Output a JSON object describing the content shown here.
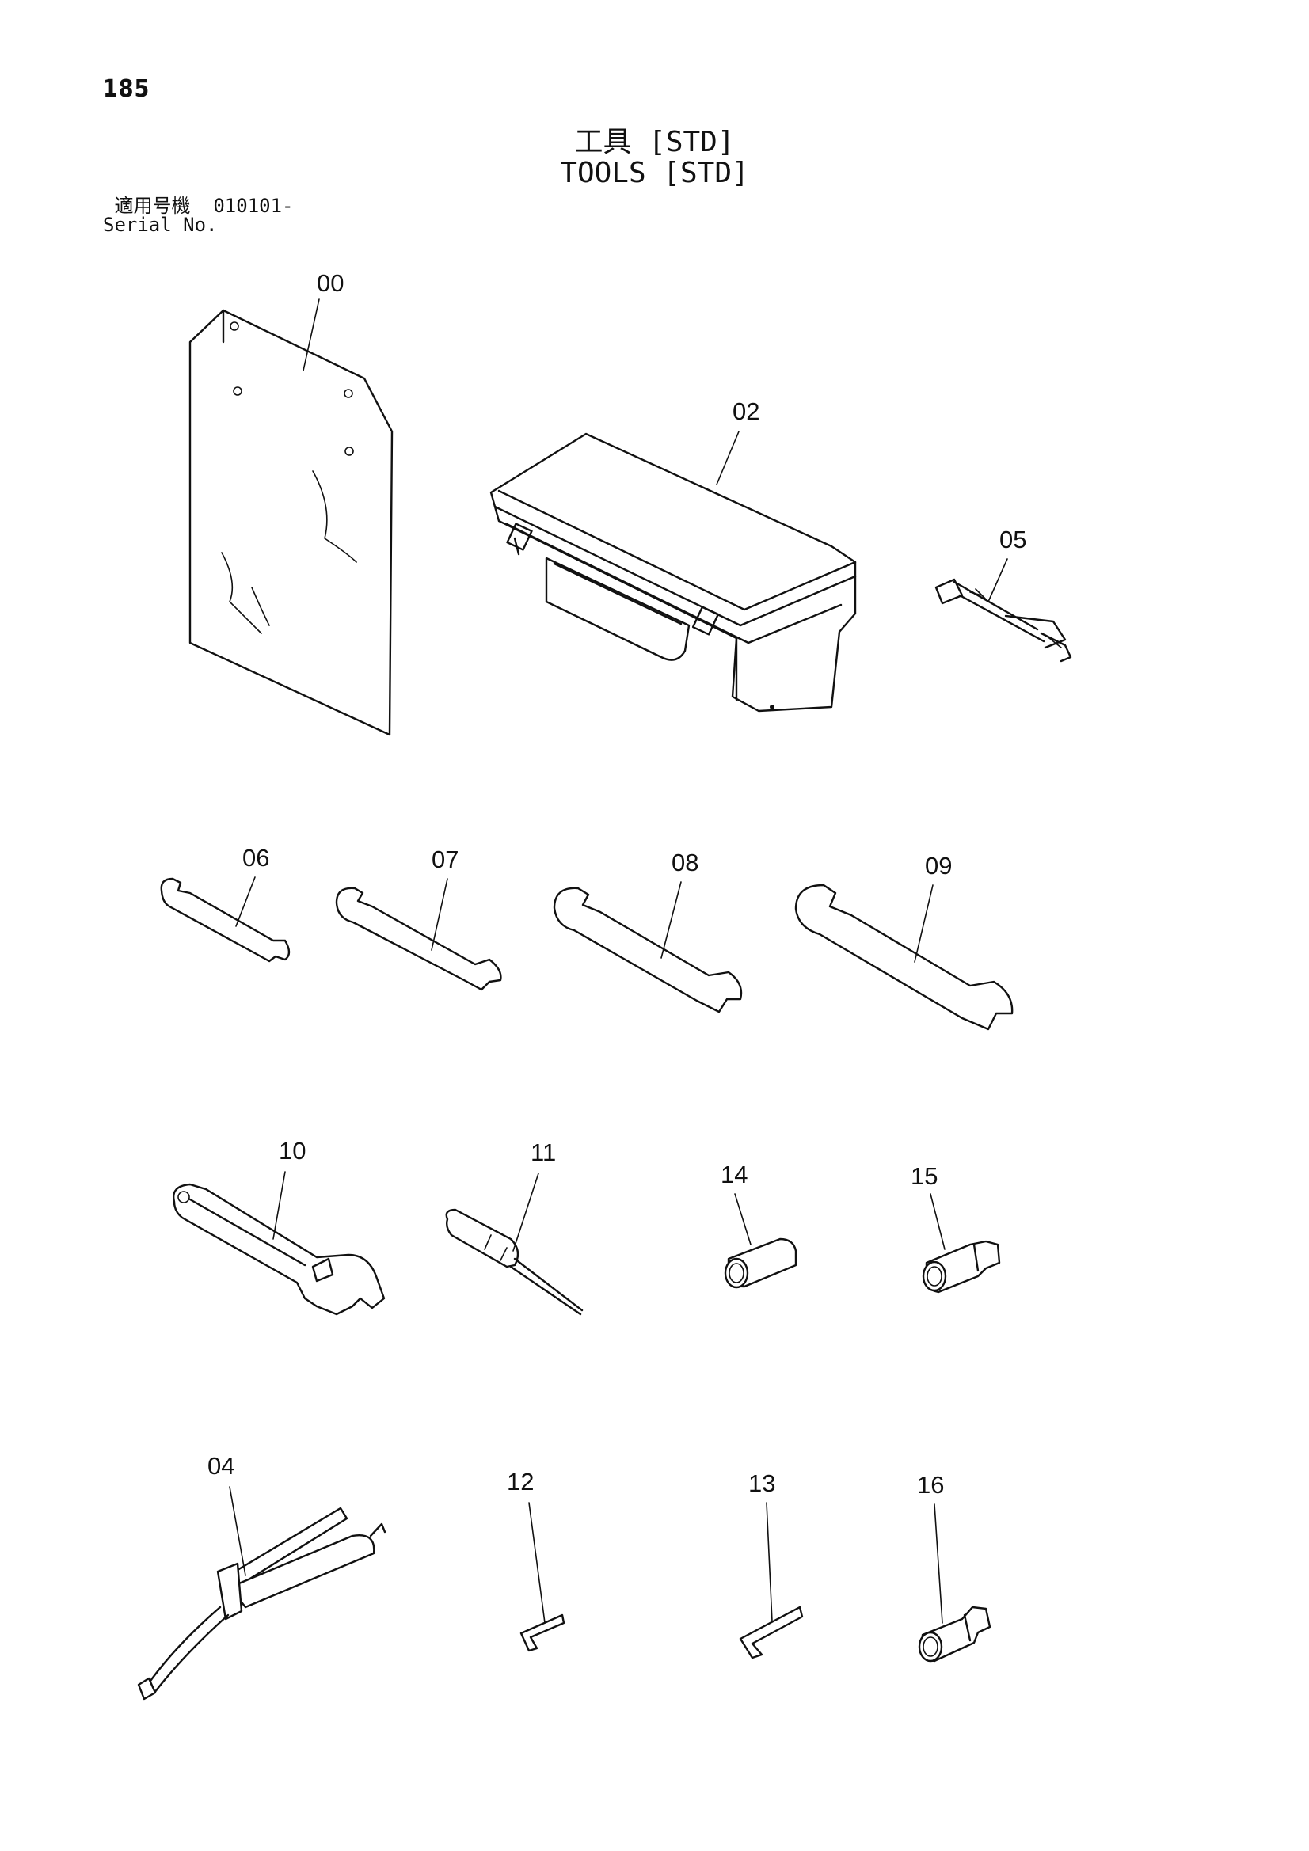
{
  "page_number": "185",
  "title_jp": "工具 [STD]",
  "title_en": "TOOLS [STD]",
  "serial": {
    "label_jp": "適用号機",
    "value": "010101-",
    "label_en": "Serial No."
  },
  "parts": [
    {
      "id": "00",
      "depicts": "vinyl-cover"
    },
    {
      "id": "02",
      "depicts": "tool-box"
    },
    {
      "id": "05",
      "depicts": "extension-tool"
    },
    {
      "id": "06",
      "depicts": "open-end-wrench-small"
    },
    {
      "id": "07",
      "depicts": "open-end-wrench"
    },
    {
      "id": "08",
      "depicts": "open-end-wrench"
    },
    {
      "id": "09",
      "depicts": "open-end-wrench-large"
    },
    {
      "id": "10",
      "depicts": "adjustable-wrench"
    },
    {
      "id": "11",
      "depicts": "screwdriver"
    },
    {
      "id": "14",
      "depicts": "socket"
    },
    {
      "id": "15",
      "depicts": "socket"
    },
    {
      "id": "04",
      "depicts": "grease-gun"
    },
    {
      "id": "12",
      "depicts": "hex-key-small"
    },
    {
      "id": "13",
      "depicts": "hex-key"
    },
    {
      "id": "16",
      "depicts": "socket"
    }
  ]
}
